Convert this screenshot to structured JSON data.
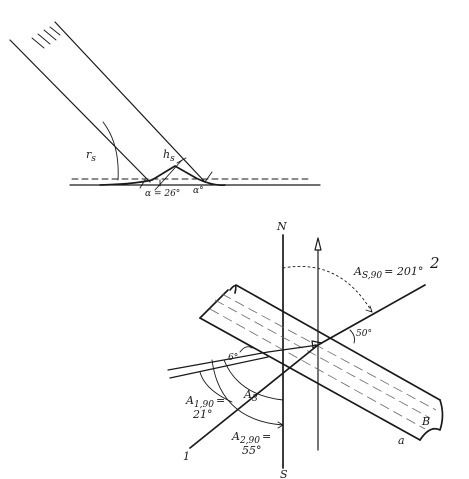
{
  "labels": {
    "r_s": "r",
    "r_s_sub": "s",
    "h_s": "h",
    "h_s_sub": "s",
    "slope_left": "α = 26°",
    "slope_right": "α°",
    "north": "N",
    "south": "S",
    "azimuth_sun": "A",
    "azimuth_sun_sub": "S,90",
    "azimuth_sun_value": "= 201°",
    "ray_2": "2",
    "ray_1": "1",
    "angle_50": "50°",
    "a1_name": "A",
    "a1_sub": "1,90",
    "a1_eq": "=",
    "a1_value": "21°",
    "a2_name": "A",
    "a2_sub": "2,90",
    "a2_eq": "=",
    "a2_value": "55°",
    "a3_name": "A",
    "a3_sub": "3",
    "angle_small": "6°",
    "point_a": "a",
    "point_b": "B"
  }
}
